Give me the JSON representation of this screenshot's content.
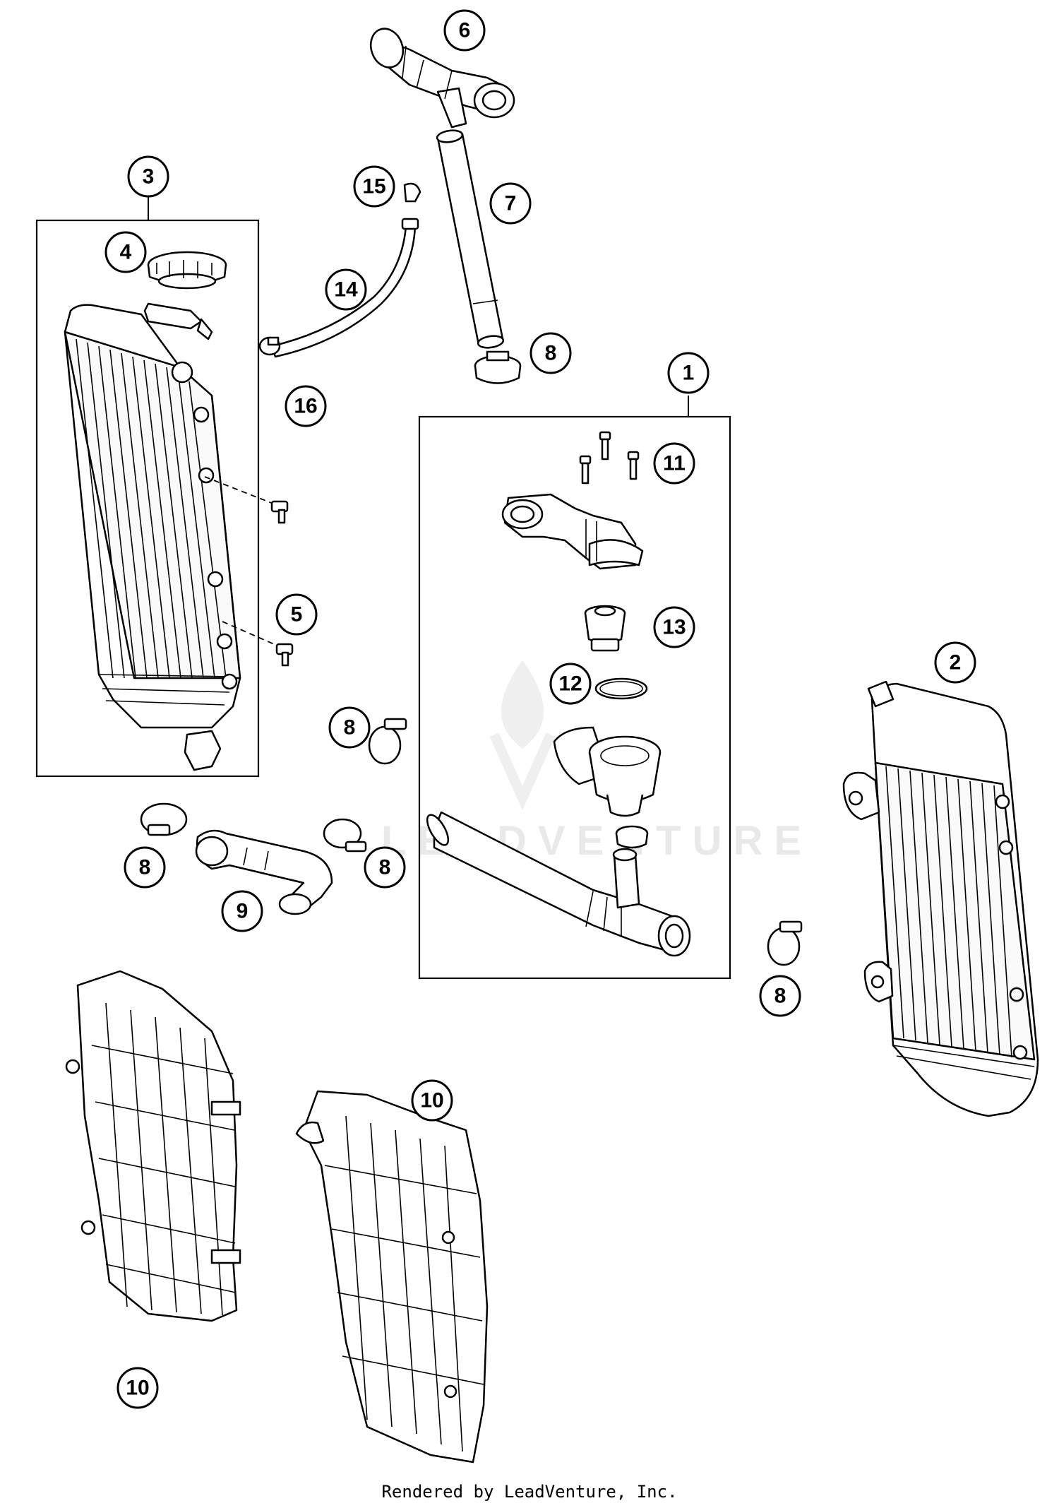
{
  "watermark": "LEADVENTURE",
  "footer": "Rendered by LeadVenture, Inc.",
  "callouts": [
    {
      "id": "1",
      "label": "1"
    },
    {
      "id": "2",
      "label": "2"
    },
    {
      "id": "3",
      "label": "3"
    },
    {
      "id": "4",
      "label": "4"
    },
    {
      "id": "5",
      "label": "5"
    },
    {
      "id": "6",
      "label": "6"
    },
    {
      "id": "7",
      "label": "7"
    },
    {
      "id": "8a",
      "label": "8"
    },
    {
      "id": "8b",
      "label": "8"
    },
    {
      "id": "8c",
      "label": "8"
    },
    {
      "id": "8d",
      "label": "8"
    },
    {
      "id": "8e",
      "label": "8"
    },
    {
      "id": "9",
      "label": "9"
    },
    {
      "id": "10a",
      "label": "10"
    },
    {
      "id": "10b",
      "label": "10"
    },
    {
      "id": "11",
      "label": "11"
    },
    {
      "id": "12",
      "label": "12"
    },
    {
      "id": "13",
      "label": "13"
    },
    {
      "id": "14",
      "label": "14"
    },
    {
      "id": "15",
      "label": "15"
    },
    {
      "id": "16",
      "label": "16"
    }
  ]
}
